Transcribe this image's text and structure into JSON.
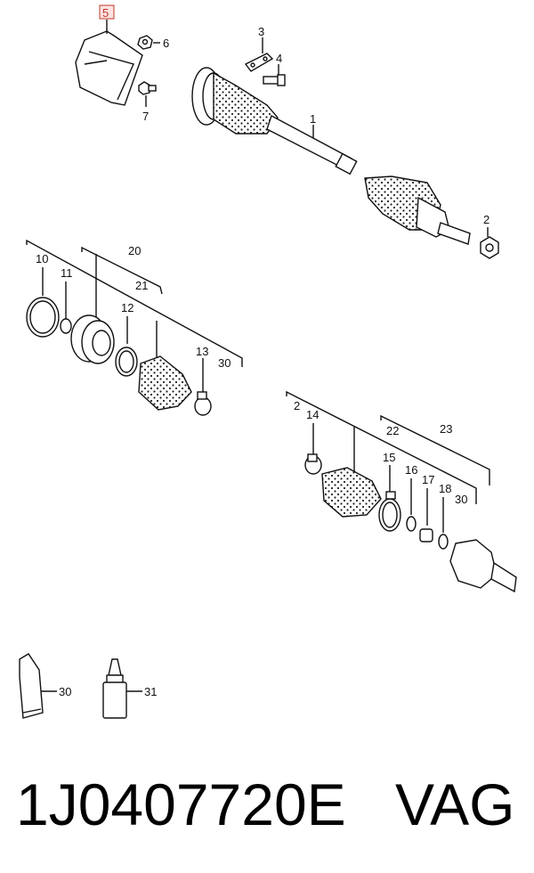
{
  "colors": {
    "line": "#111111",
    "highlight": "#c0392b",
    "highlight_bg": "#fde2e2"
  },
  "callouts": {
    "n5": "5",
    "n6": "6",
    "n7": "7",
    "n3": "3",
    "n4": "4",
    "n1": "1",
    "n2": "2",
    "n20": "20",
    "n10": "10",
    "n11": "11",
    "n21": "21",
    "n12": "12",
    "n13": "13",
    "n30a": "30",
    "n2b": "2",
    "n14": "14",
    "n22": "22",
    "n23": "23",
    "n15": "15",
    "n16": "16",
    "n17": "17",
    "n18": "18",
    "n30b": "30",
    "n30c": "30",
    "n31": "31"
  },
  "footer": {
    "part_number": "1J0407720E",
    "brand": "VAG"
  }
}
